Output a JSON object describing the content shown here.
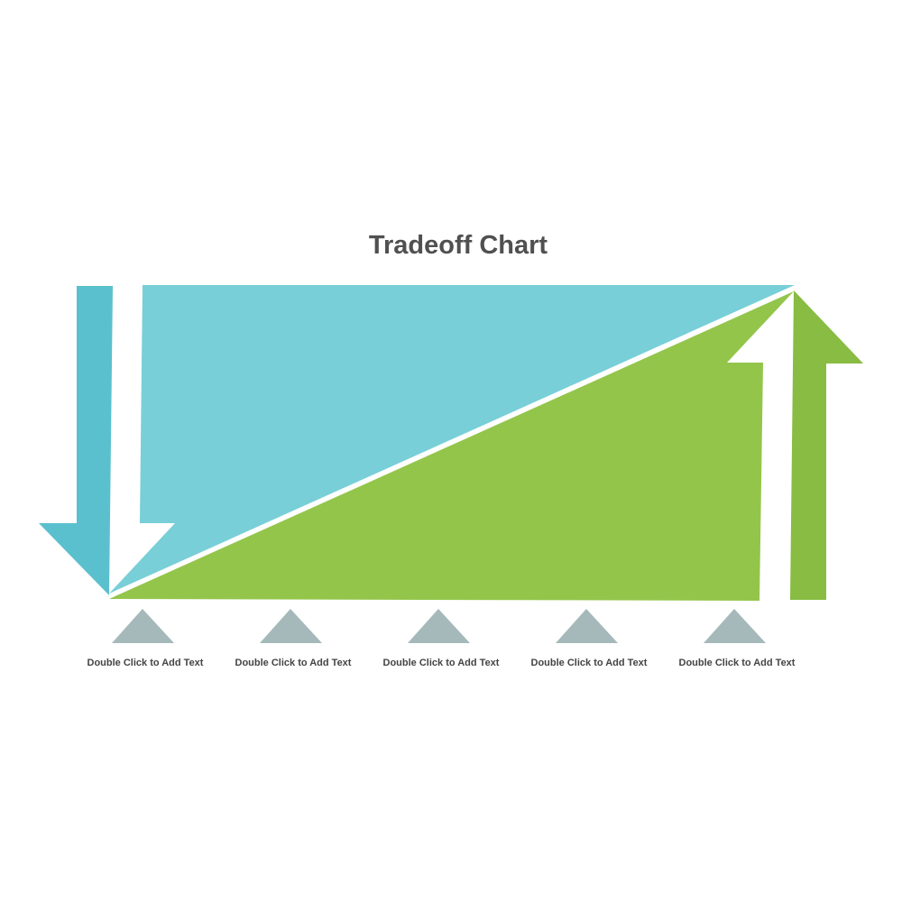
{
  "title": "Tradeoff Chart",
  "colors": {
    "top_region": "#78CFD7",
    "down_arrow": "#5BC0CD",
    "bottom_region": "#93C54B",
    "up_arrow": "#88BC42",
    "markers": "#A5B9BA",
    "title_text": "#505050",
    "label_text": "#444444"
  },
  "shapes": {
    "top_region": "decreasing (blue) triangle above diagonal",
    "bottom_region": "increasing (green) triangle below diagonal",
    "left_arrow": "down-arrow-icon",
    "right_arrow": "up-arrow-icon"
  },
  "labels": [
    {
      "text": "Double Click to Add Text"
    },
    {
      "text": "Double Click to Add Text"
    },
    {
      "text": "Double Click to Add Text"
    },
    {
      "text": "Double Click to Add Text"
    },
    {
      "text": "Double Click to Add Text"
    }
  ]
}
